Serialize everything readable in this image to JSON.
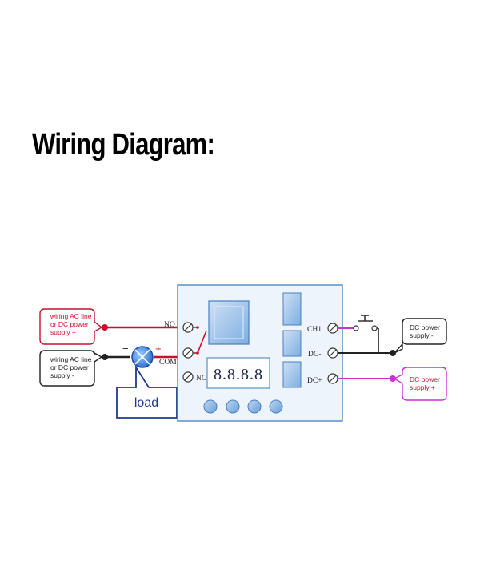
{
  "title": "Wiring Diagram:",
  "terminals": {
    "no": "NO",
    "com": "COM",
    "nc": "NC",
    "ch1": "CH1",
    "dc_minus": "DC-",
    "dc_plus": "DC+"
  },
  "display": {
    "digits": "8.8.8.8"
  },
  "load": {
    "label": "load",
    "minus": "−",
    "plus": "+"
  },
  "callouts": {
    "ac_plus": [
      "wiring AC line",
      "or DC power",
      "supply +"
    ],
    "ac_minus": [
      "wiring AC line",
      "or DC power",
      "supply -"
    ],
    "dc_minus_supply": [
      "DC power",
      "supply -"
    ],
    "dc_plus_supply": [
      "DC power",
      "supply +"
    ]
  },
  "colors": {
    "red_wire": "#c8102e",
    "black_wire": "#222222",
    "magenta_wire": "#cc33cc",
    "board_border": "#5b8fc7",
    "board_fill": "#eef4fb",
    "component_blue": "#6fa3dd",
    "load_box": "#1f3a8a"
  }
}
